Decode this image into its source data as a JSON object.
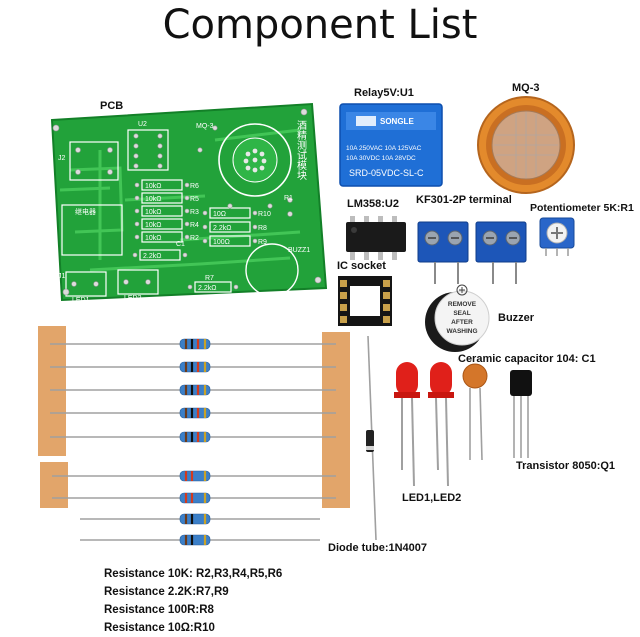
{
  "title": "Component List",
  "labels": {
    "pcb": "PCB",
    "relay": "Relay5V:U1",
    "mq3": "MQ-3",
    "lm358": "LM358:U2",
    "terminal": "KF301-2P terminal",
    "potentiometer": "Potentiometer 5K:R1",
    "ic_socket": "IC socket",
    "buzzer": "Buzzer",
    "capacitor": "Ceramic capacitor 104: C1",
    "transistor": "Transistor 8050:Q1",
    "leds": "LED1,LED2",
    "diode": "Diode tube:1N4007"
  },
  "resistance_list": [
    "Resistance 10K:   R2,R3,R4,R5,R6",
    "Resistance 2.2K:R7,R9",
    "Resistance 100R:R8",
    "Resistance 10Ω:R10"
  ],
  "relay_text": {
    "brand": "SONGLE",
    "line1": "10A 250VAC  10A 125VAC",
    "line2": "10A  30VDC  10A  28VDC",
    "model": "SRD-05VDC-SL-C"
  },
  "buzzer_text": [
    "REMOVE",
    "SEAL",
    "AFTER",
    "WASHING"
  ],
  "pcb_text": {
    "u2": "U2",
    "mq3": "MQ-3",
    "r1": "R1",
    "j2": "J2",
    "j1": "J1",
    "r6": "R6",
    "r5": "R5",
    "r3": "R3",
    "r4": "R4",
    "r2": "R2",
    "r10": "R10",
    "r8": "R8",
    "r9": "R9",
    "r7": "R7",
    "c1": "C1",
    "val_10k": "10kΩ",
    "val_22k": "2.2kΩ",
    "val_100": "100Ω",
    "val_10": "10Ω",
    "buzz": "BUZZ1",
    "led1": "LED1",
    "led2": "LED2",
    "cn": "酒精测试模块",
    "relay_cn": "继电器"
  },
  "colors": {
    "pcb_green": "#22a23a",
    "relay_blue": "#1f6fd6",
    "terminal_blue": "#1d56b8",
    "mq3_orange": "#e38a2c",
    "led_red": "#e0201a",
    "cap_orange": "#d4762a",
    "tape": "#e2a56a"
  }
}
